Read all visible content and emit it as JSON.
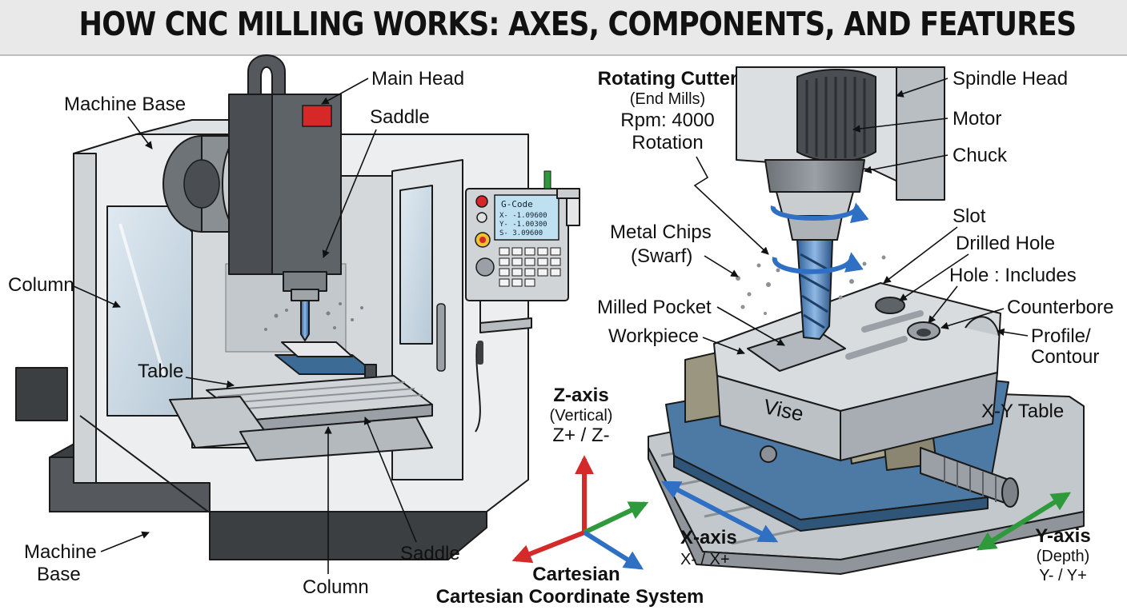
{
  "title": "HOW CNC MILLING WORKS: AXES, COMPONENTS, AND FEATURES",
  "left_machine": {
    "labels": {
      "main_head": "Main Head",
      "machine_base_top": "Machine Base",
      "saddle_top": "Saddle",
      "column_left": "Column",
      "table": "Table",
      "machine_base_bottom_1": "Machine",
      "machine_base_bottom_2": "Base",
      "column_bottom": "Column",
      "saddle_bottom": "Saddle"
    },
    "control_panel": {
      "screen_title": "G-Code",
      "lines": [
        "X-  -1.09600",
        "Y-  -1.00300",
        "S-   3.09600"
      ]
    }
  },
  "right_detail": {
    "cutter": {
      "title": "Rotating Cutter",
      "sub": "(End Mills)",
      "rpm": "Rpm: 4000",
      "rotation": "Rotation"
    },
    "labels": {
      "spindle_head": "Spindle Head",
      "motor": "Motor",
      "chuck": "Chuck",
      "slot": "Slot",
      "drilled_hole": "Drilled Hole",
      "hole_includes": "Hole : Includes",
      "counterbore": "Counterbore",
      "profile_1": "Profile/",
      "profile_2": "Contour",
      "metal_chips_1": "Metal Chips",
      "metal_chips_2": "(Swarf)",
      "milled_pocket": "Milled Pocket",
      "workpiece": "Workpiece",
      "vise": "Vise",
      "xy_table": "X-Y Table"
    }
  },
  "axes": {
    "z_title": "Z-axis",
    "z_sub": "(Vertical)",
    "z_dir": "Z+ / Z-",
    "x_title": "X-axis",
    "x_dir": "X- / X+",
    "y_title": "Y-axis",
    "y_sub": "(Depth)",
    "y_dir": "Y- / Y+",
    "coord_title": "Cartesian",
    "coord_sub": "Cartesian Coordinate System",
    "colors": {
      "z": "#d42a2a",
      "x": "#2f6fc4",
      "y": "#2e9a3c"
    }
  }
}
